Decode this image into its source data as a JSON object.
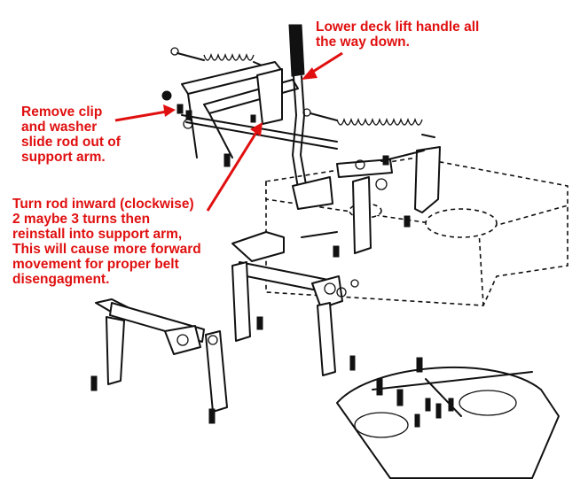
{
  "annotations": {
    "lift_handle": "Lower deck lift handle all\nthe way down.",
    "remove_clip": "Remove clip\nand washer\nslide rod out of\nsupport arm.",
    "turn_rod": "Turn rod inward (clockwise)\n2 maybe 3 turns then\nreinstall into support arm,\nThis will cause more forward\nmovement for proper belt\ndisengagment."
  },
  "colors": {
    "annotation_text": "#e01010",
    "arrow": "#e01010",
    "line_art": "#111111",
    "background": "#ffffff"
  }
}
